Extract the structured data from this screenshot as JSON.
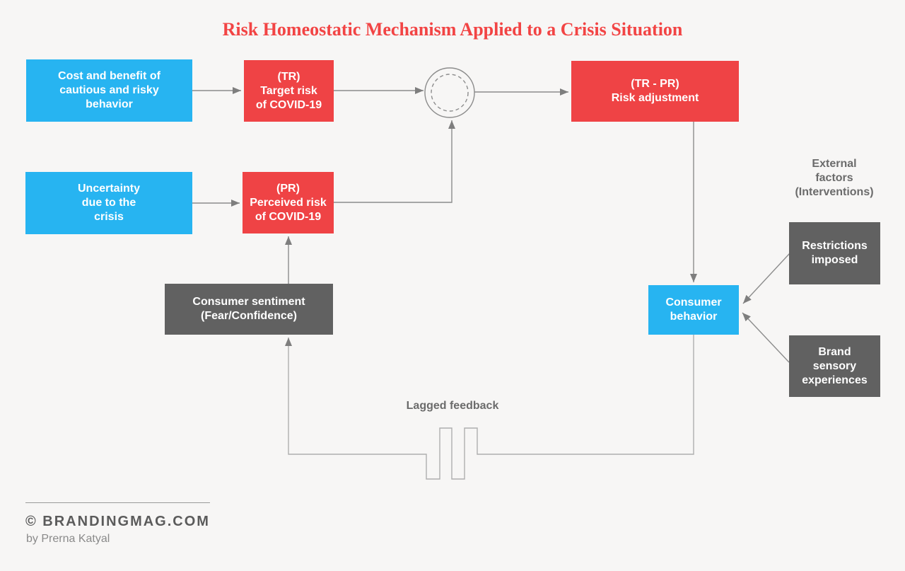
{
  "title": "Risk Homeostatic Mechanism Applied to a Crisis Situation",
  "colors": {
    "background": "#f7f6f5",
    "blue": "#27b4f1",
    "red": "#ef4345",
    "dark": "#616161",
    "title-red": "#f24444",
    "line": "#8c8c8c",
    "feedback-line": "#aeaeae",
    "label": "#6b6b6b",
    "footer-dark": "#5b5b5b",
    "footer-light": "#8a8a8a"
  },
  "nodes": {
    "cost_benefit": "Cost and benefit of\ncautious and risky\nbehavior",
    "target_risk": "(TR)\nTarget risk\nof COVID-19",
    "risk_adjustment": "(TR - PR)\nRisk adjustment",
    "uncertainty": "Uncertainty\ndue to the\ncrisis",
    "perceived_risk": "(PR)\nPerceived risk\nof COVID-19",
    "consumer_sentiment": "Consumer sentiment\n(Fear/Confidence)",
    "consumer_behavior": "Consumer\nbehavior",
    "restrictions": "Restrictions\nimposed",
    "brand_sensory": "Brand\nsensory\nexperiences"
  },
  "labels": {
    "external_factors": "External\nfactors\n(Interventions)",
    "lagged_feedback": "Lagged feedback"
  },
  "footer": {
    "brand": "© BRANDINGMAG.COM",
    "byline": "by Prerna Katyal"
  }
}
